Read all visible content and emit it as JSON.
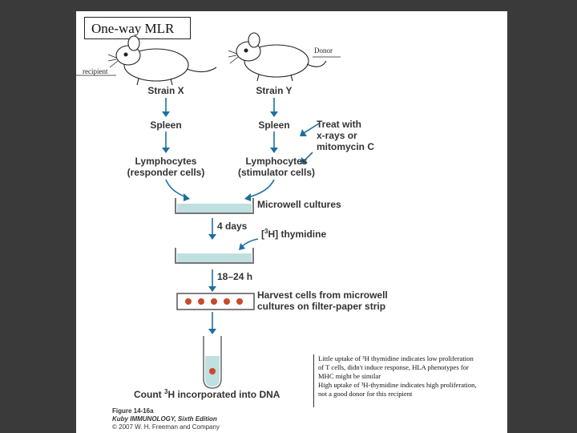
{
  "title": "One-way MLR",
  "labels": {
    "recipient": "recipient",
    "donor": "Donor",
    "strain_x": "Strain X",
    "strain_y": "Strain Y",
    "spleen_left": "Spleen",
    "spleen_right": "Spleen",
    "treat_1": "Treat with",
    "treat_2": "x-rays or",
    "treat_3": "mitomycin C",
    "lymph_left_1": "Lymphocytes",
    "lymph_left_2": "(responder cells)",
    "lymph_right_1": "Lymphocytes",
    "lymph_right_2": "(stimulator cells)",
    "microwell": "Microwell cultures",
    "four_days": "4 days",
    "thymidine_pre": "[",
    "thymidine_sup": "3",
    "thymidine_post": "H] thymidine",
    "hours": "18–24 h",
    "harvest_1": "Harvest cells from microwell",
    "harvest_2": "cultures on filter-paper strip",
    "count_pre": "Count ",
    "count_sup": "3",
    "count_post": "H incorporated into DNA"
  },
  "note": {
    "line1": "Little uptake of ³H thymidine indicates low proliferation",
    "line2": "of T cells, didn't induce response, HLA phenotypes for",
    "line3": "MHC might be similar",
    "line4": "High uptake of ³H-thymidine indicates high proliferation,",
    "line5": "not a good donor for this recipient"
  },
  "caption": {
    "figure": "Figure 14-16a",
    "book": "Kuby IMMUNOLOGY, Sixth Edition",
    "copyright": "© 2007 W. H. Freeman and Company"
  },
  "colors": {
    "arrow": "#1f6f9f",
    "medium": "#bfe0df",
    "dot": "#c9492b",
    "well": "#777777"
  }
}
